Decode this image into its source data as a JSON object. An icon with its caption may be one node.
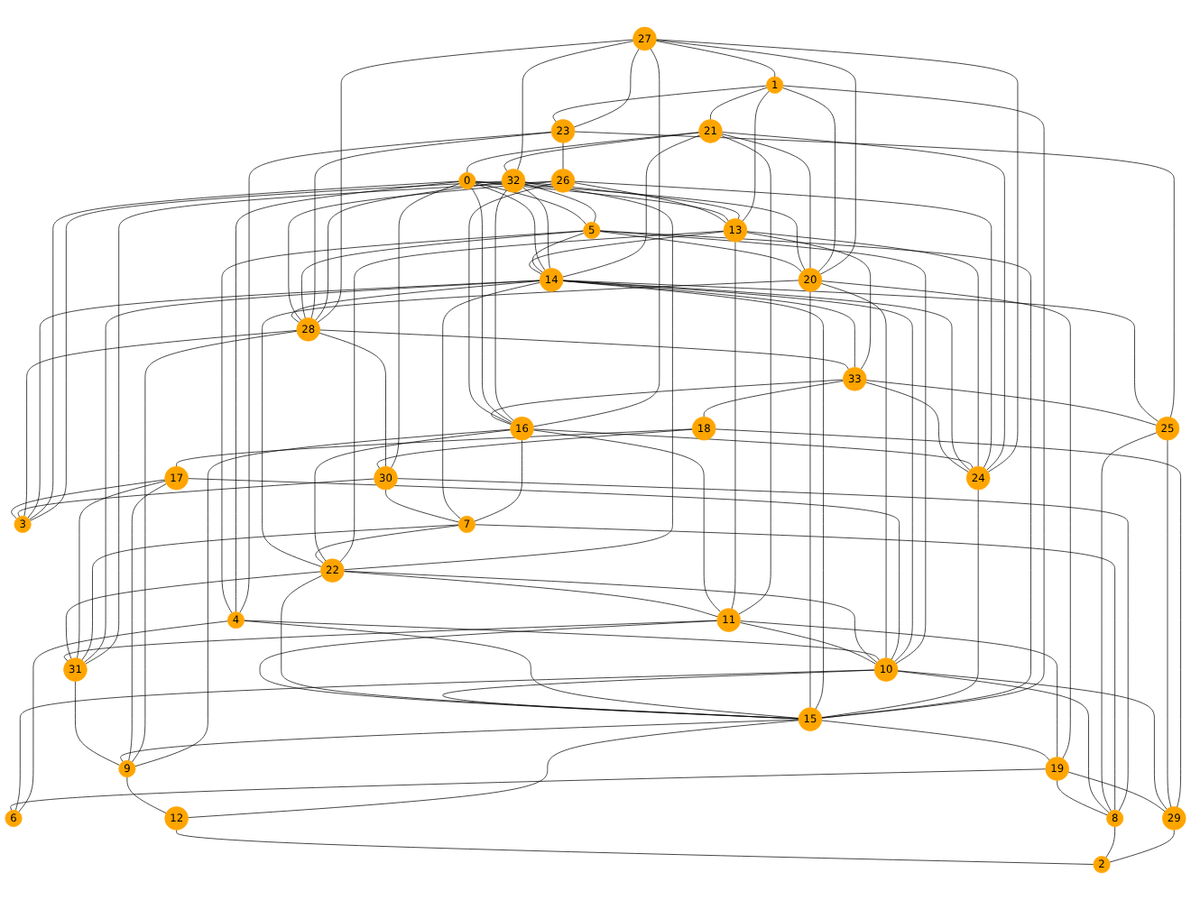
{
  "diagram": {
    "nodes": [
      {
        "text": [
          "0"
        ]
      },
      {
        "text": [
          "1"
        ]
      },
      {
        "text": [
          "2"
        ]
      },
      {
        "text": [
          "3"
        ]
      },
      {
        "text": [
          "4"
        ]
      },
      {
        "text": [
          "5"
        ]
      },
      {
        "text": [
          "6"
        ]
      },
      {
        "text": [
          "7"
        ]
      },
      {
        "text": [
          "8"
        ]
      },
      {
        "text": [
          "9"
        ]
      },
      {
        "text": [
          "10"
        ]
      },
      {
        "text": [
          "11"
        ]
      },
      {
        "text": [
          "12"
        ]
      },
      {
        "text": [
          "13"
        ]
      },
      {
        "text": [
          "14"
        ]
      },
      {
        "text": [
          "15"
        ]
      },
      {
        "text": [
          "16"
        ]
      },
      {
        "text": [
          "17"
        ]
      },
      {
        "text": [
          "18"
        ]
      },
      {
        "text": [
          "19"
        ]
      },
      {
        "text": [
          "20"
        ]
      },
      {
        "text": [
          "21"
        ]
      },
      {
        "text": [
          "22"
        ]
      },
      {
        "text": [
          "23"
        ]
      },
      {
        "text": [
          "24"
        ]
      },
      {
        "text": [
          "25"
        ]
      },
      {
        "text": [
          "26"
        ]
      },
      {
        "text": [
          "27"
        ]
      },
      {
        "text": [
          "28"
        ]
      },
      {
        "text": [
          "29"
        ]
      },
      {
        "text": [
          "30"
        ]
      },
      {
        "text": [
          "31"
        ]
      },
      {
        "text": [
          "32"
        ]
      },
      {
        "text": [
          "33"
        ]
      }
    ],
    "edges": [
      {
        "from": 27,
        "to": 23,
        "arrow": "none"
      },
      {
        "from": 27,
        "to": 1,
        "arrow": "none"
      },
      {
        "from": 27,
        "to": 20,
        "arrow": "none"
      },
      {
        "from": 27,
        "to": 32,
        "arrow": "none"
      },
      {
        "from": 27,
        "to": 16,
        "arrow": "none"
      },
      {
        "from": 27,
        "to": 28,
        "arrow": "none"
      },
      {
        "from": 27,
        "to": 24,
        "arrow": "none"
      },
      {
        "from": 1,
        "to": 21,
        "arrow": "none"
      },
      {
        "from": 1,
        "to": 20,
        "arrow": "none"
      },
      {
        "from": 1,
        "to": 23,
        "arrow": "none"
      },
      {
        "from": 1,
        "to": 13,
        "arrow": "none"
      },
      {
        "from": 1,
        "to": 15,
        "arrow": "none"
      },
      {
        "from": 21,
        "to": 20,
        "arrow": "none"
      },
      {
        "from": 21,
        "to": 0,
        "arrow": "none"
      },
      {
        "from": 21,
        "to": 32,
        "arrow": "none"
      },
      {
        "from": 21,
        "to": 14,
        "arrow": "none"
      },
      {
        "from": 21,
        "to": 24,
        "arrow": "none"
      },
      {
        "from": 21,
        "to": 11,
        "arrow": "none"
      },
      {
        "from": 32,
        "to": 5,
        "arrow": "none"
      },
      {
        "from": 32,
        "to": 22,
        "arrow": "none"
      },
      {
        "from": 32,
        "to": 13,
        "arrow": "none"
      },
      {
        "from": 32,
        "to": 16,
        "arrow": "none"
      },
      {
        "from": 32,
        "to": 3,
        "arrow": "none"
      },
      {
        "from": 32,
        "to": 14,
        "arrow": "none"
      },
      {
        "from": 32,
        "to": 28,
        "arrow": "none"
      },
      {
        "from": 23,
        "to": 26,
        "arrow": "none"
      },
      {
        "from": 23,
        "to": 4,
        "arrow": "none"
      },
      {
        "from": 23,
        "to": 28,
        "arrow": "none"
      },
      {
        "from": 23,
        "to": 25,
        "arrow": "none"
      },
      {
        "from": 0,
        "to": 5,
        "arrow": "none"
      },
      {
        "from": 0,
        "to": 20,
        "arrow": "none"
      },
      {
        "from": 0,
        "to": 4,
        "arrow": "none"
      },
      {
        "from": 0,
        "to": 16,
        "arrow": "none"
      },
      {
        "from": 0,
        "to": 14,
        "arrow": "none"
      },
      {
        "from": 0,
        "to": 13,
        "arrow": "none"
      },
      {
        "from": 0,
        "to": 30,
        "arrow": "none"
      },
      {
        "from": 0,
        "to": 3,
        "arrow": "none"
      },
      {
        "from": 5,
        "to": 20,
        "arrow": "none"
      },
      {
        "from": 5,
        "to": 4,
        "arrow": "none"
      },
      {
        "from": 5,
        "to": 14,
        "arrow": "none"
      },
      {
        "from": 5,
        "to": 10,
        "arrow": "none"
      },
      {
        "from": 5,
        "to": 15,
        "arrow": "none"
      },
      {
        "from": 5,
        "to": 28,
        "arrow": "none"
      },
      {
        "from": 26,
        "to": 13,
        "arrow": "none"
      },
      {
        "from": 26,
        "to": 16,
        "arrow": "none"
      },
      {
        "from": 26,
        "to": 24,
        "arrow": "none"
      },
      {
        "from": 26,
        "to": 31,
        "arrow": "none"
      },
      {
        "from": 26,
        "to": 28,
        "arrow": "none"
      },
      {
        "from": 13,
        "to": 22,
        "arrow": "none"
      },
      {
        "from": 13,
        "to": 24,
        "arrow": "none"
      },
      {
        "from": 13,
        "to": 11,
        "arrow": "none"
      },
      {
        "from": 13,
        "to": 14,
        "arrow": "none"
      },
      {
        "from": 13,
        "to": 33,
        "arrow": "none"
      },
      {
        "from": 16,
        "to": 22,
        "arrow": "none"
      },
      {
        "from": 16,
        "to": 11,
        "arrow": "none"
      },
      {
        "from": 16,
        "to": 24,
        "arrow": "none"
      },
      {
        "from": 16,
        "to": 7,
        "arrow": "none"
      },
      {
        "from": 16,
        "to": 9,
        "arrow": "none"
      },
      {
        "from": 24,
        "to": 14,
        "arrow": "none"
      },
      {
        "from": 24,
        "to": 33,
        "arrow": "none"
      },
      {
        "from": 24,
        "to": 15,
        "arrow": "none"
      },
      {
        "from": 14,
        "to": 15,
        "arrow": "none"
      },
      {
        "from": 14,
        "to": 10,
        "arrow": "none"
      },
      {
        "from": 14,
        "to": 31,
        "arrow": "none"
      },
      {
        "from": 14,
        "to": 28,
        "arrow": "none"
      },
      {
        "from": 14,
        "to": 33,
        "arrow": "none"
      },
      {
        "from": 14,
        "to": 7,
        "arrow": "none"
      },
      {
        "from": 14,
        "to": 3,
        "arrow": "none"
      },
      {
        "from": 14,
        "to": 25,
        "arrow": "none"
      },
      {
        "from": 28,
        "to": 9,
        "arrow": "none"
      },
      {
        "from": 28,
        "to": 30,
        "arrow": "none"
      },
      {
        "from": 28,
        "to": 3,
        "arrow": "none"
      },
      {
        "from": 28,
        "to": 33,
        "arrow": "none"
      },
      {
        "from": 33,
        "to": 18,
        "arrow": "none"
      },
      {
        "from": 33,
        "to": 25,
        "arrow": "none"
      },
      {
        "from": 33,
        "to": 16,
        "arrow": "none"
      },
      {
        "from": 18,
        "to": 30,
        "arrow": "none"
      },
      {
        "from": 18,
        "to": 17,
        "arrow": "none"
      },
      {
        "from": 18,
        "to": 29,
        "arrow": "none"
      },
      {
        "from": 30,
        "to": 7,
        "arrow": "none"
      },
      {
        "from": 30,
        "to": 3,
        "arrow": "none"
      },
      {
        "from": 30,
        "to": 8,
        "arrow": "none"
      },
      {
        "from": 7,
        "to": 8,
        "arrow": "none"
      },
      {
        "from": 7,
        "to": 22,
        "arrow": "none"
      },
      {
        "from": 7,
        "to": 31,
        "arrow": "none"
      },
      {
        "from": 17,
        "to": 31,
        "arrow": "none"
      },
      {
        "from": 17,
        "to": 10,
        "arrow": "none"
      },
      {
        "from": 17,
        "to": 9,
        "arrow": "none"
      },
      {
        "from": 17,
        "to": 3,
        "arrow": "none"
      },
      {
        "from": 25,
        "to": 29,
        "arrow": "none"
      },
      {
        "from": 25,
        "to": 8,
        "arrow": "none"
      },
      {
        "from": 20,
        "to": 10,
        "arrow": "none"
      },
      {
        "from": 20,
        "to": 15,
        "arrow": "none"
      },
      {
        "from": 20,
        "to": 19,
        "arrow": "none"
      },
      {
        "from": 20,
        "to": 22,
        "arrow": "none"
      },
      {
        "from": 4,
        "to": 6,
        "arrow": "none"
      },
      {
        "from": 4,
        "to": 10,
        "arrow": "none"
      },
      {
        "from": 4,
        "to": 15,
        "arrow": "none"
      },
      {
        "from": 22,
        "to": 10,
        "arrow": "none"
      },
      {
        "from": 22,
        "to": 11,
        "arrow": "none"
      },
      {
        "from": 22,
        "to": 31,
        "arrow": "none"
      },
      {
        "from": 22,
        "to": 15,
        "arrow": "none"
      },
      {
        "from": 11,
        "to": 10,
        "arrow": "none"
      },
      {
        "from": 11,
        "to": 19,
        "arrow": "none"
      },
      {
        "from": 11,
        "to": 31,
        "arrow": "none"
      },
      {
        "from": 11,
        "to": 15,
        "arrow": "none"
      },
      {
        "from": 10,
        "to": 6,
        "arrow": "none"
      },
      {
        "from": 10,
        "to": 15,
        "arrow": "none"
      },
      {
        "from": 10,
        "to": 8,
        "arrow": "none"
      },
      {
        "from": 10,
        "to": 29,
        "arrow": "none"
      },
      {
        "from": 15,
        "to": 19,
        "arrow": "none"
      },
      {
        "from": 15,
        "to": 12,
        "arrow": "none"
      },
      {
        "from": 15,
        "to": 9,
        "arrow": "none"
      },
      {
        "from": 31,
        "to": 9,
        "arrow": "none"
      },
      {
        "from": 9,
        "to": 12,
        "arrow": "none"
      },
      {
        "from": 19,
        "to": 6,
        "arrow": "none"
      },
      {
        "from": 19,
        "to": 29,
        "arrow": "none"
      },
      {
        "from": 19,
        "to": 8,
        "arrow": "none"
      },
      {
        "from": 29,
        "to": 2,
        "arrow": "none"
      },
      {
        "from": 8,
        "to": 2,
        "arrow": "none"
      },
      {
        "from": 12,
        "to": 2,
        "arrow": "none"
      }
    ]
  }
}
